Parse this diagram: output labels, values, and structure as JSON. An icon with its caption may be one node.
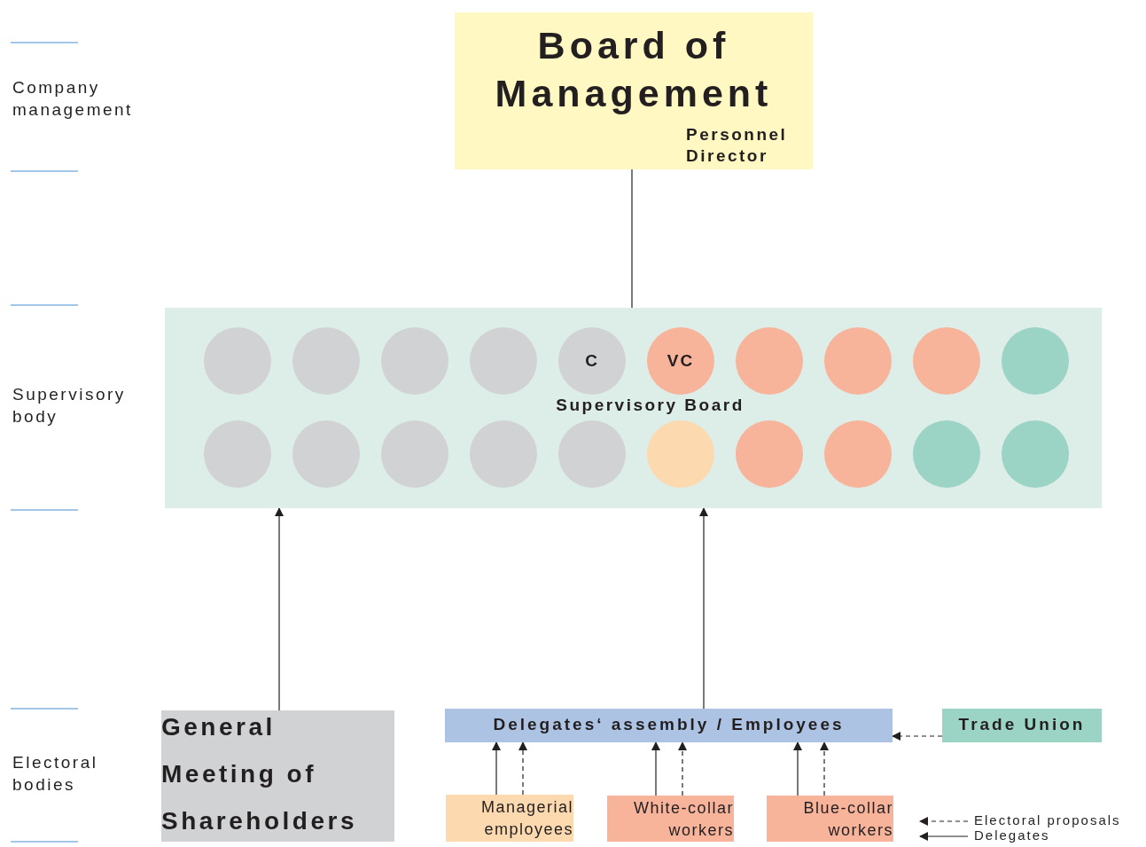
{
  "diagram": {
    "nodes": [
      {
        "text": [
          "Board of Management",
          "Personnel Director"
        ]
      },
      {
        "text": [
          "Supervisory Board"
        ]
      },
      {
        "text": [],
        "shape": "circle",
        "in": 1
      },
      {
        "text": [],
        "shape": "circle",
        "in": 1
      },
      {
        "text": [],
        "shape": "circle",
        "in": 1
      },
      {
        "text": [],
        "shape": "circle",
        "in": 1
      },
      {
        "text": [
          "C"
        ],
        "in": 1
      },
      {
        "text": [
          "VC"
        ],
        "in": 1
      },
      {
        "text": [],
        "shape": "circle",
        "in": 1
      },
      {
        "text": [],
        "shape": "circle",
        "in": 1
      },
      {
        "text": [],
        "shape": "circle",
        "in": 1
      },
      {
        "text": [],
        "shape": "circle",
        "in": 1
      },
      {
        "text": [],
        "shape": "circle",
        "in": 1
      },
      {
        "text": [],
        "shape": "circle",
        "in": 1
      },
      {
        "text": [],
        "shape": "circle",
        "in": 1
      },
      {
        "text": [],
        "shape": "circle",
        "in": 1
      },
      {
        "text": [],
        "shape": "circle",
        "in": 1
      },
      {
        "text": [],
        "shape": "circle",
        "in": 1
      },
      {
        "text": [],
        "shape": "circle",
        "in": 1
      },
      {
        "text": [],
        "shape": "circle",
        "in": 1
      },
      {
        "text": [],
        "shape": "circle",
        "in": 1
      },
      {
        "text": [],
        "shape": "circle",
        "in": 1
      },
      {
        "text": [
          "General Meeting of Shareholders"
        ]
      },
      {
        "text": [
          "Delegates‘ assembly / Employees"
        ]
      },
      {
        "text": [
          "Trade Union"
        ]
      },
      {
        "text": [
          "Managerial employees"
        ]
      },
      {
        "text": [
          "White-collar workers"
        ]
      },
      {
        "text": [
          "Blue-collar workers"
        ]
      }
    ],
    "edges": [
      {
        "from": 0,
        "to": 1,
        "arrow": "none"
      },
      {
        "from": 22,
        "to": 1,
        "arrow": "to"
      },
      {
        "from": 23,
        "to": 1,
        "arrow": "to"
      },
      {
        "from": 24,
        "to": 23,
        "arrow": "to",
        "style": "dashed"
      },
      {
        "from": 25,
        "to": 23,
        "arrow": "to"
      },
      {
        "from": 25,
        "to": 23,
        "arrow": "to",
        "style": "dashed"
      },
      {
        "from": 26,
        "to": 23,
        "arrow": "to"
      },
      {
        "from": 26,
        "to": 23,
        "arrow": "to",
        "style": "dashed"
      },
      {
        "from": 27,
        "to": 23,
        "arrow": "to"
      },
      {
        "from": 27,
        "to": 23,
        "arrow": "to",
        "style": "dashed"
      }
    ],
    "labels": [
      "Company management",
      "Supervisory body",
      "Electoral bodies"
    ],
    "legend": [
      {
        "text": "Electoral proposals"
      },
      {
        "text": "Delegates"
      }
    ]
  }
}
